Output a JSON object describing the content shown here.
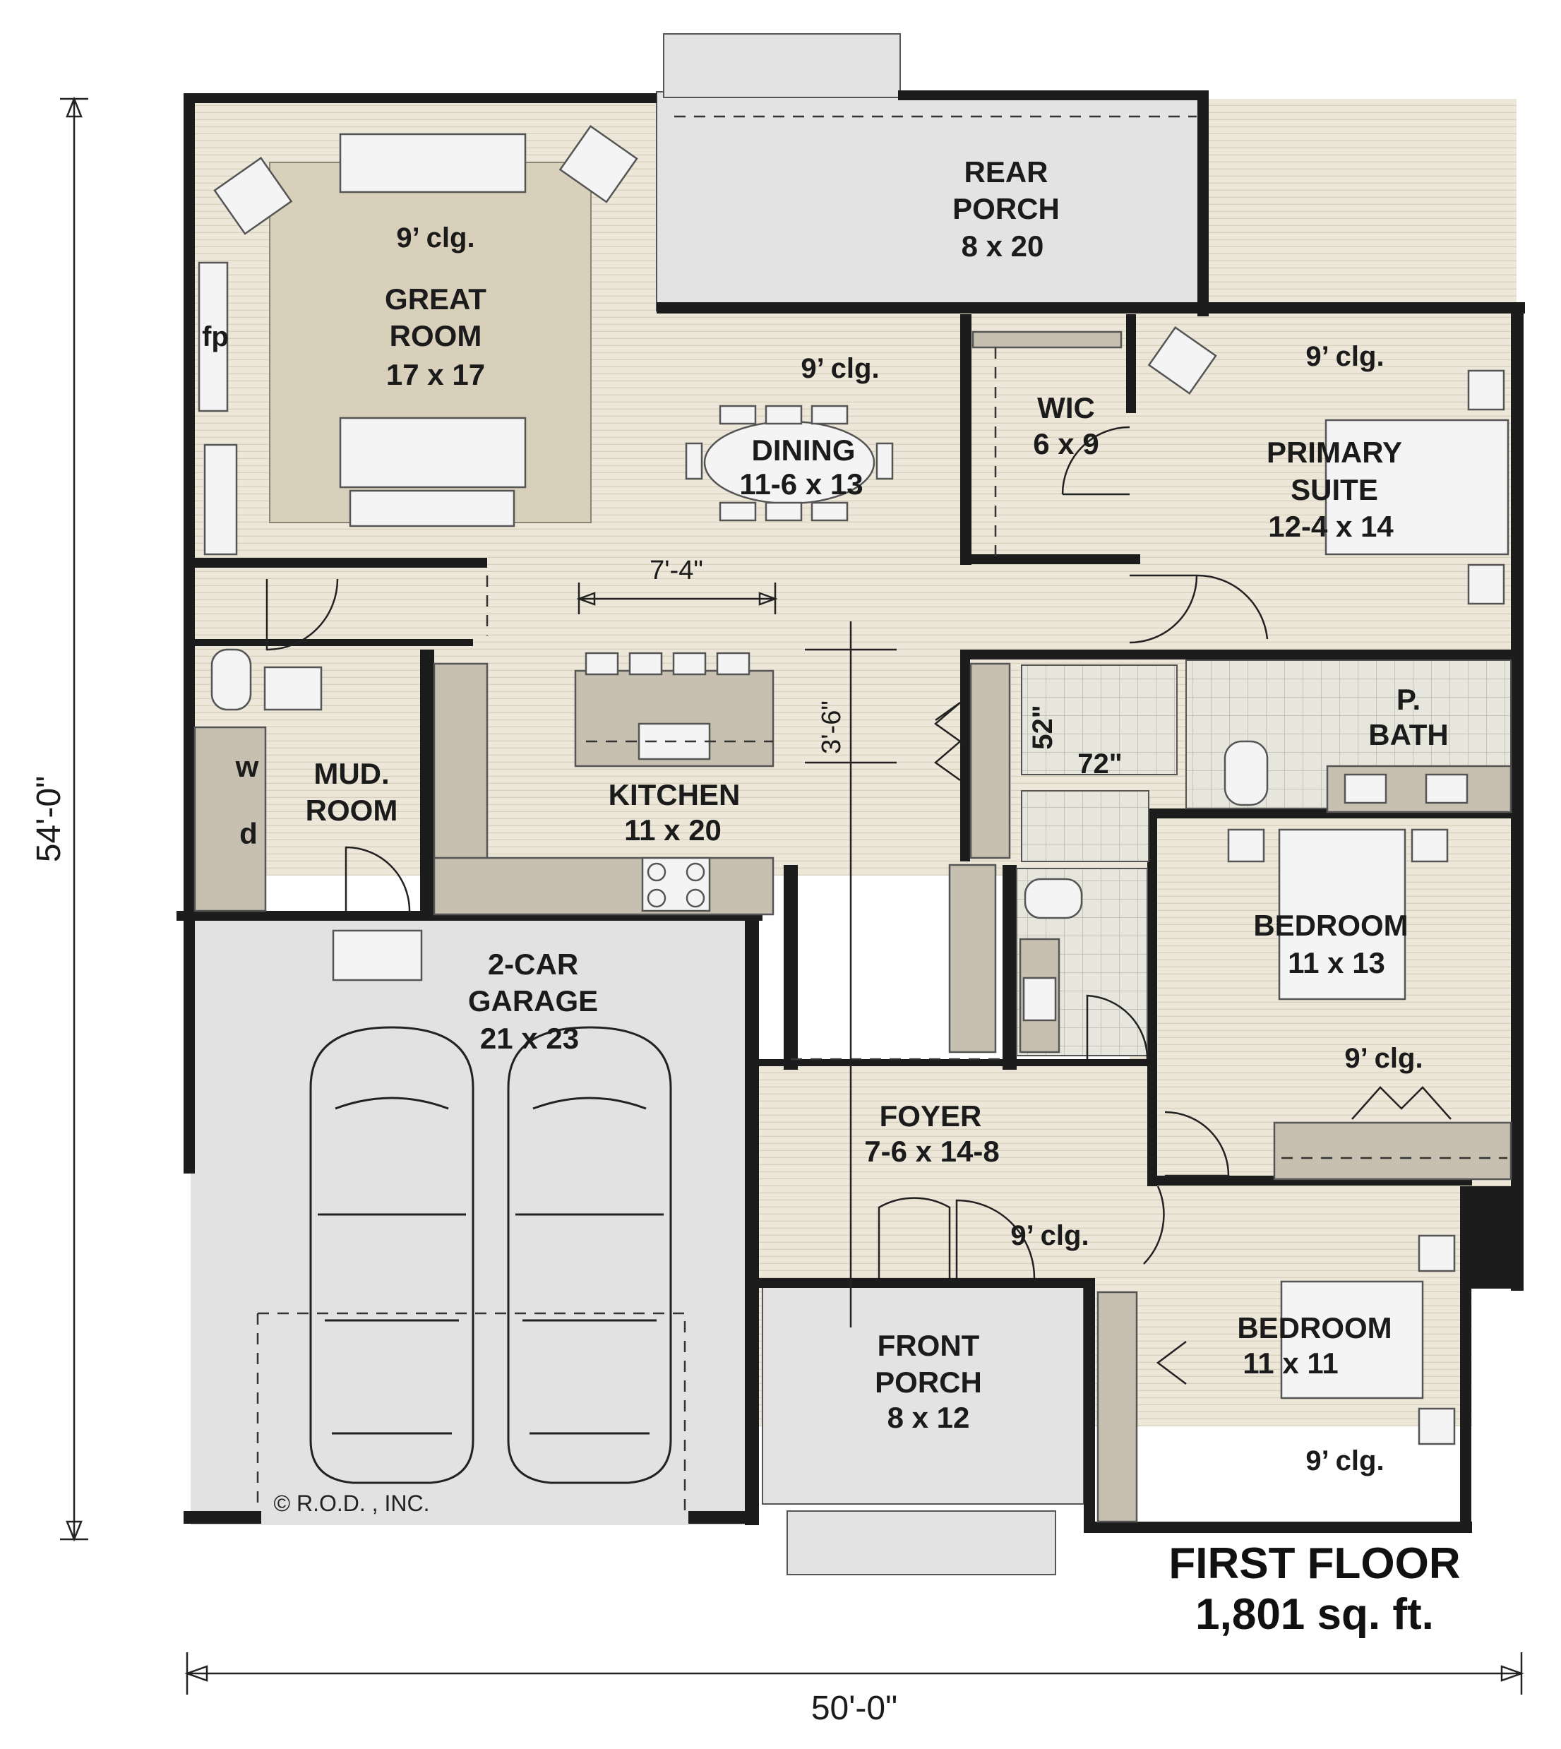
{
  "plan": {
    "title": "FIRST FLOOR",
    "area": "1,801 sq. ft.",
    "copyright": "© R.O.D. , INC.",
    "overall_width": "50'-0\"",
    "overall_depth": "54'-0\"",
    "kitchen_island_width": "7'-4\"",
    "kitchen_island_clearance": "3'-6\"",
    "shower_depth": "52\"",
    "shower_width": "72\""
  },
  "rooms": {
    "great_room": {
      "name_line1": "GREAT",
      "name_line2": "ROOM",
      "size": "17 x 17",
      "ceiling": "9’ clg.",
      "fireplace": "fp"
    },
    "rear_porch": {
      "name_line1": "REAR",
      "name_line2": "PORCH",
      "size": "8 x 20"
    },
    "dining": {
      "name": "DINING",
      "size": "11-6 x 13",
      "ceiling": "9’ clg."
    },
    "wic": {
      "name": "WIC",
      "size": "6 x 9"
    },
    "primary_suite": {
      "name_line1": "PRIMARY",
      "name_line2": "SUITE",
      "size": "12-4 x 14",
      "ceiling": "9’ clg."
    },
    "p_bath": {
      "name_line1": "P.",
      "name_line2": "BATH"
    },
    "kitchen": {
      "name": "KITCHEN",
      "size": "11 x 20"
    },
    "mud_room": {
      "name_line1": "MUD.",
      "name_line2": "ROOM",
      "washer": "w",
      "dryer": "d"
    },
    "bedroom_2": {
      "name": "BEDROOM",
      "size": "11 x 13",
      "ceiling": "9’ clg."
    },
    "garage": {
      "name_line1": "2-CAR",
      "name_line2": "GARAGE",
      "size": "21 x 23"
    },
    "foyer": {
      "name": "FOYER",
      "size": "7-6 x 14-8",
      "ceiling": "9’ clg."
    },
    "front_porch": {
      "name_line1": "FRONT",
      "name_line2": "PORCH",
      "size": "8 x 12"
    },
    "bedroom_3": {
      "name": "BEDROOM",
      "size": "11 x 11",
      "ceiling": "9’ clg."
    }
  }
}
